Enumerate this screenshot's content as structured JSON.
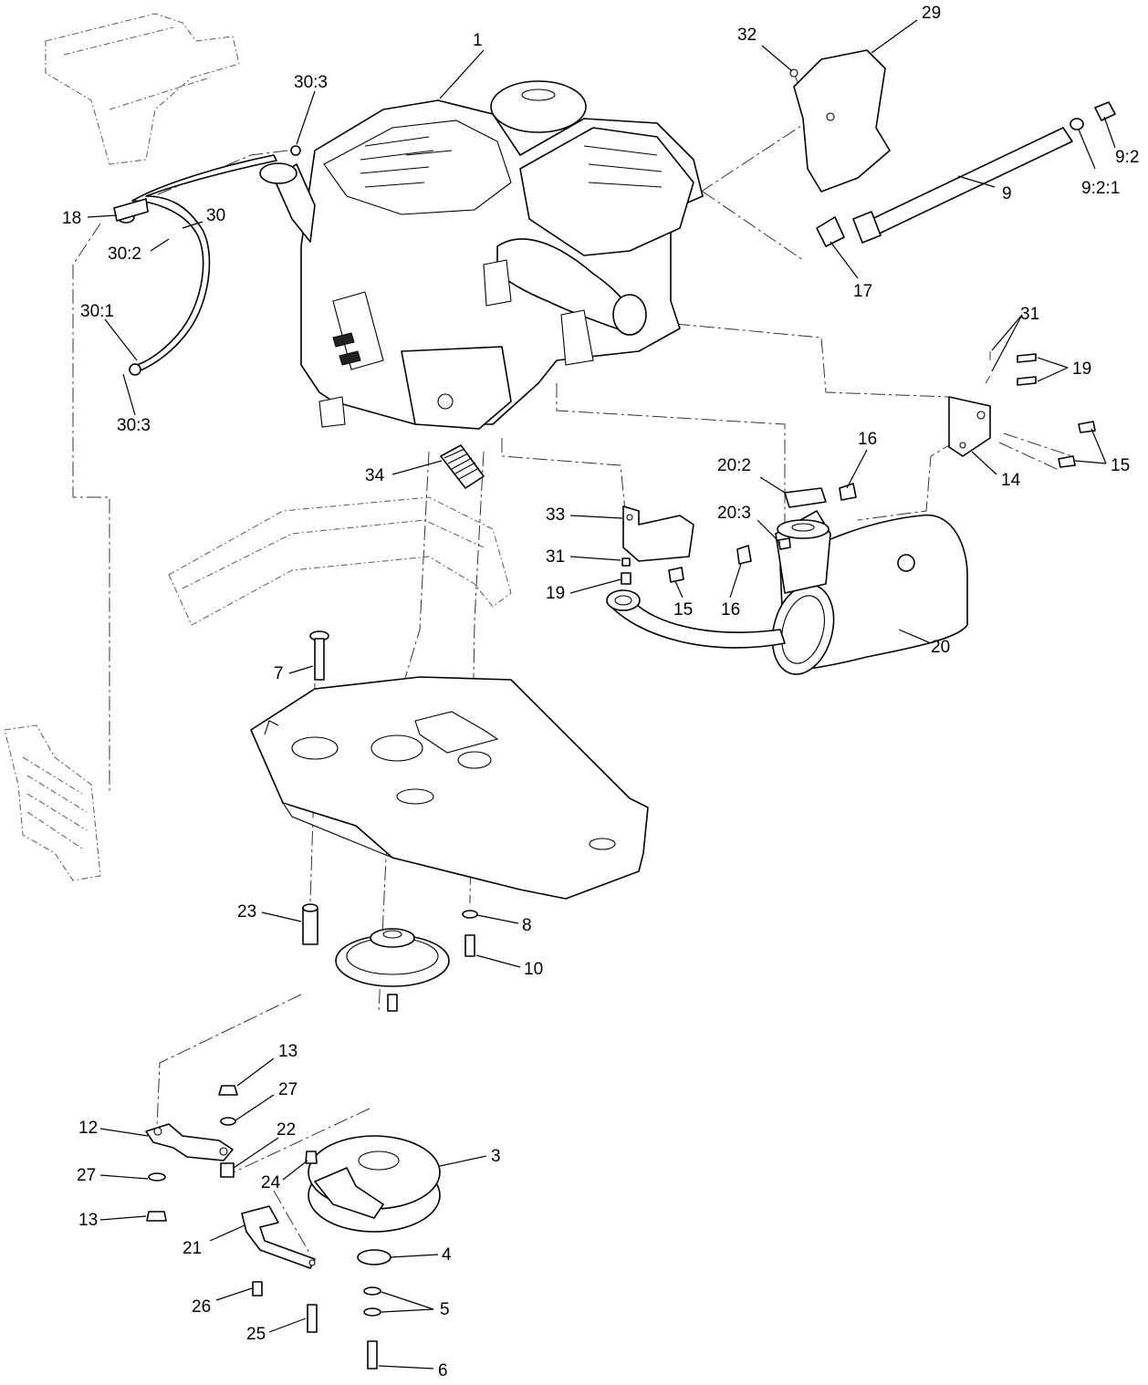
{
  "callouts": [
    {
      "id": "c1",
      "text": "1"
    },
    {
      "id": "c29",
      "text": "29"
    },
    {
      "id": "c32",
      "text": "32"
    },
    {
      "id": "c30_3a",
      "text": "30:3"
    },
    {
      "id": "c9_2",
      "text": "9:2"
    },
    {
      "id": "c9_2_1",
      "text": "9:2:1"
    },
    {
      "id": "c9",
      "text": "9"
    },
    {
      "id": "c17",
      "text": "17"
    },
    {
      "id": "c18",
      "text": "18"
    },
    {
      "id": "c30",
      "text": "30"
    },
    {
      "id": "c30_2",
      "text": "30:2"
    },
    {
      "id": "c30_1",
      "text": "30:1"
    },
    {
      "id": "c30_3b",
      "text": "30:3"
    },
    {
      "id": "c31a",
      "text": "31"
    },
    {
      "id": "c19a",
      "text": "19"
    },
    {
      "id": "c16a",
      "text": "16"
    },
    {
      "id": "c15a",
      "text": "15"
    },
    {
      "id": "c14",
      "text": "14"
    },
    {
      "id": "c20_2",
      "text": "20:2"
    },
    {
      "id": "c20_3",
      "text": "20:3"
    },
    {
      "id": "c34",
      "text": "34"
    },
    {
      "id": "c33",
      "text": "33"
    },
    {
      "id": "c31b",
      "text": "31"
    },
    {
      "id": "c19b",
      "text": "19"
    },
    {
      "id": "c15b",
      "text": "15"
    },
    {
      "id": "c16b",
      "text": "16"
    },
    {
      "id": "c20",
      "text": "20"
    },
    {
      "id": "c7",
      "text": "7"
    },
    {
      "id": "c23",
      "text": "23"
    },
    {
      "id": "c8",
      "text": "8"
    },
    {
      "id": "c10",
      "text": "10"
    },
    {
      "id": "c13a",
      "text": "13"
    },
    {
      "id": "c27a",
      "text": "27"
    },
    {
      "id": "c12",
      "text": "12"
    },
    {
      "id": "c22",
      "text": "22"
    },
    {
      "id": "c3",
      "text": "3"
    },
    {
      "id": "c24",
      "text": "24"
    },
    {
      "id": "c27b",
      "text": "27"
    },
    {
      "id": "c13b",
      "text": "13"
    },
    {
      "id": "c21",
      "text": "21"
    },
    {
      "id": "c4",
      "text": "4"
    },
    {
      "id": "c26",
      "text": "26"
    },
    {
      "id": "c5",
      "text": "5"
    },
    {
      "id": "c25",
      "text": "25"
    },
    {
      "id": "c6",
      "text": "6"
    }
  ]
}
